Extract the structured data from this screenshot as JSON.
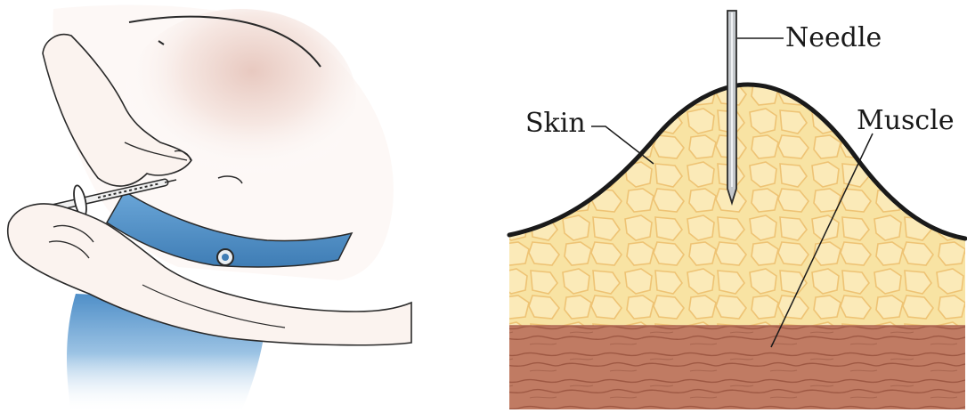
{
  "labels": {
    "needle": "Needle",
    "skin": "Skin",
    "muscle": "Muscle"
  },
  "colors": {
    "fat": "#f8e3a3",
    "fat_cells": "#efc77a",
    "muscle": "#c07b63",
    "muscle_lines": "#9e5843",
    "skin_outline": "#1a1a1a",
    "needle": "#b8bcc0",
    "belt": "#5b9bd0",
    "hand": "#fbf3ef"
  }
}
